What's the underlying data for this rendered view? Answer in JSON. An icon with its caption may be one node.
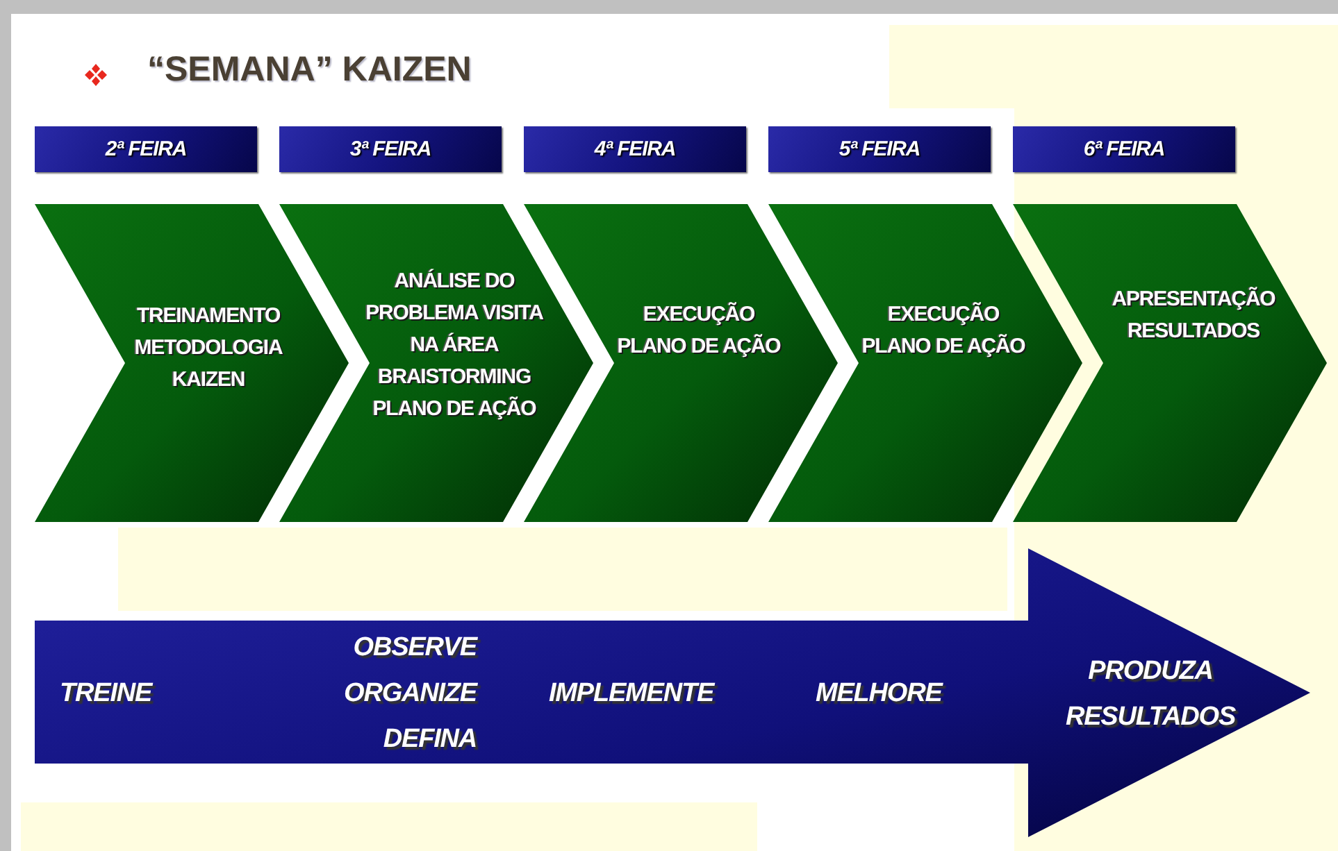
{
  "diagram": {
    "title": "“SEMANA” KAIZEN",
    "nodes": [
      {
        "text": [
          "2ª FEIRA"
        ]
      },
      {
        "text": [
          "3ª FEIRA"
        ]
      },
      {
        "text": [
          "4ª FEIRA"
        ]
      },
      {
        "text": [
          "5ª FEIRA"
        ]
      },
      {
        "text": [
          "6ª FEIRA"
        ]
      },
      {
        "text": [
          "TREINAMENTO METODOLOGIA KAIZEN"
        ]
      },
      {
        "text": [
          "ANÁLISE DO PROBLEMA VISITA NA ÁREA BRAISTORMING PLANO DE AÇÃO"
        ]
      },
      {
        "text": [
          "EXECUÇÃO PLANO DE AÇÃO"
        ]
      },
      {
        "text": [
          "EXECUÇÃO PLANO DE AÇÃO"
        ]
      },
      {
        "text": [
          "APRESENTAÇÃO RESULTADOS"
        ]
      },
      {
        "text": [
          "TREINE",
          "OBSERVE ORGANIZE DEFINA",
          "IMPLEMENTE",
          "MELHORE",
          "PRODUZA RESULTADOS"
        ]
      }
    ],
    "edges": []
  }
}
